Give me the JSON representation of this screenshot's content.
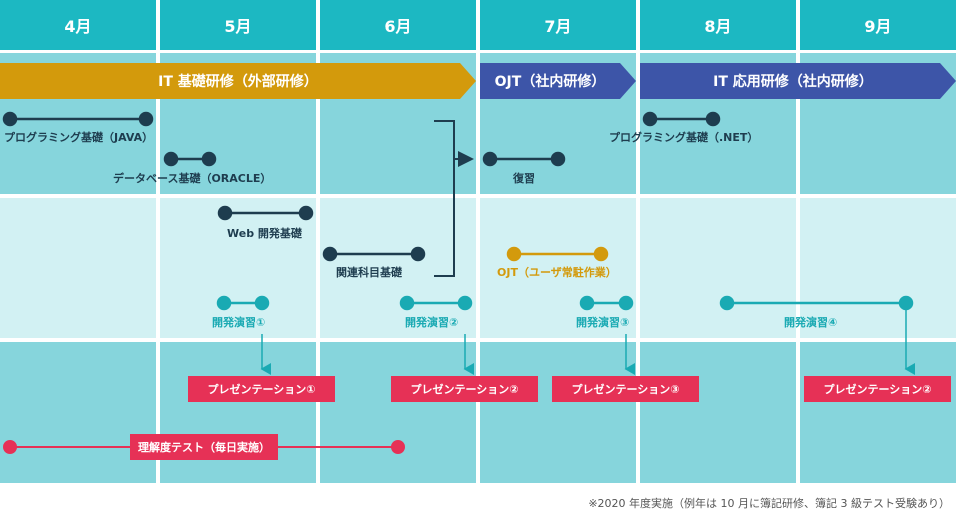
{
  "months": [
    "4月",
    "5月",
    "6月",
    "7月",
    "8月",
    "9月"
  ],
  "phases": {
    "it_basic": "IT 基礎研修（外部研修）",
    "ojt": "OJT（社内研修）",
    "it_applied": "IT 応用研修（社内研修）"
  },
  "courses": {
    "programming_java": "プログラミング基礎（JAVA）",
    "database_oracle": "データベース基礎（ORACLE）",
    "web_dev": "Web 開発基礎",
    "related_subjects": "関連科目基礎",
    "review": "復習",
    "programming_net": "プログラミング基礎（.NET）",
    "ojt_user": "OJT（ユーザ常駐作業）"
  },
  "practices": {
    "p1": "開発演習①",
    "p2": "開発演習②",
    "p3": "開発演習③",
    "p4": "開発演習④"
  },
  "presentations": {
    "pr1": "プレゼンテーション①",
    "pr2": "プレゼンテーション②",
    "pr3": "プレゼンテーション③",
    "pr4": "プレゼンテーション②"
  },
  "test": "理解度テスト（毎日実施）",
  "footnote": "※2020 年度実施（例年は 10 月に簿記研修、簿記 3 級テスト受験あり）",
  "colors": {
    "header": "#1cb8c2",
    "band_dark": "#86d5dc",
    "band_light": "#d2f1f3",
    "gold": "#d39a0c",
    "blue": "#3d55a8",
    "navy": "#1e3d4f",
    "teal": "#1aaab3",
    "red": "#e63156"
  }
}
